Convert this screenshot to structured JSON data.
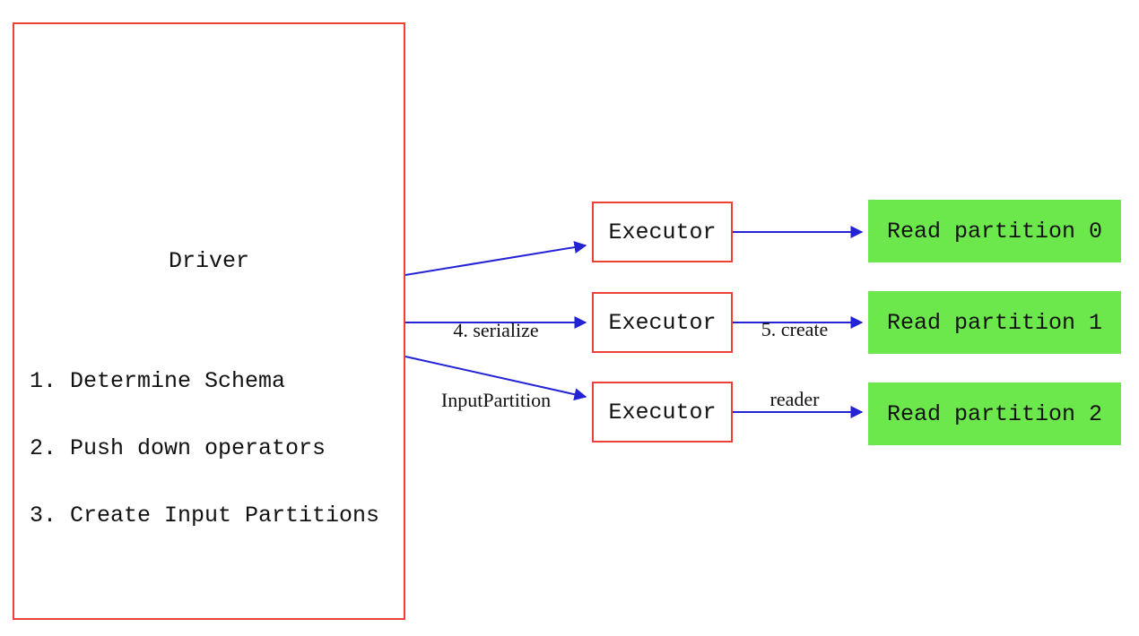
{
  "diagram": {
    "driver": {
      "title": "Driver",
      "steps": [
        "1. Determine Schema",
        "2. Push down operators",
        "3. Create Input Partitions"
      ]
    },
    "executors": [
      {
        "label": "Executor"
      },
      {
        "label": "Executor"
      },
      {
        "label": "Executor"
      }
    ],
    "partitions": [
      {
        "label": "Read partition 0"
      },
      {
        "label": "Read partition 1"
      },
      {
        "label": "Read partition 2"
      }
    ],
    "edge_labels": {
      "serialize": {
        "line1": "4. serialize",
        "line2": "InputPartition"
      },
      "create_reader": {
        "line1": "5. create",
        "line2": "reader"
      }
    },
    "colors": {
      "box_border_red": "#ee4037",
      "arrow_blue": "#2323d3",
      "partition_green": "#6ce84c",
      "text_black": "#111111",
      "background": "#ffffff"
    }
  }
}
